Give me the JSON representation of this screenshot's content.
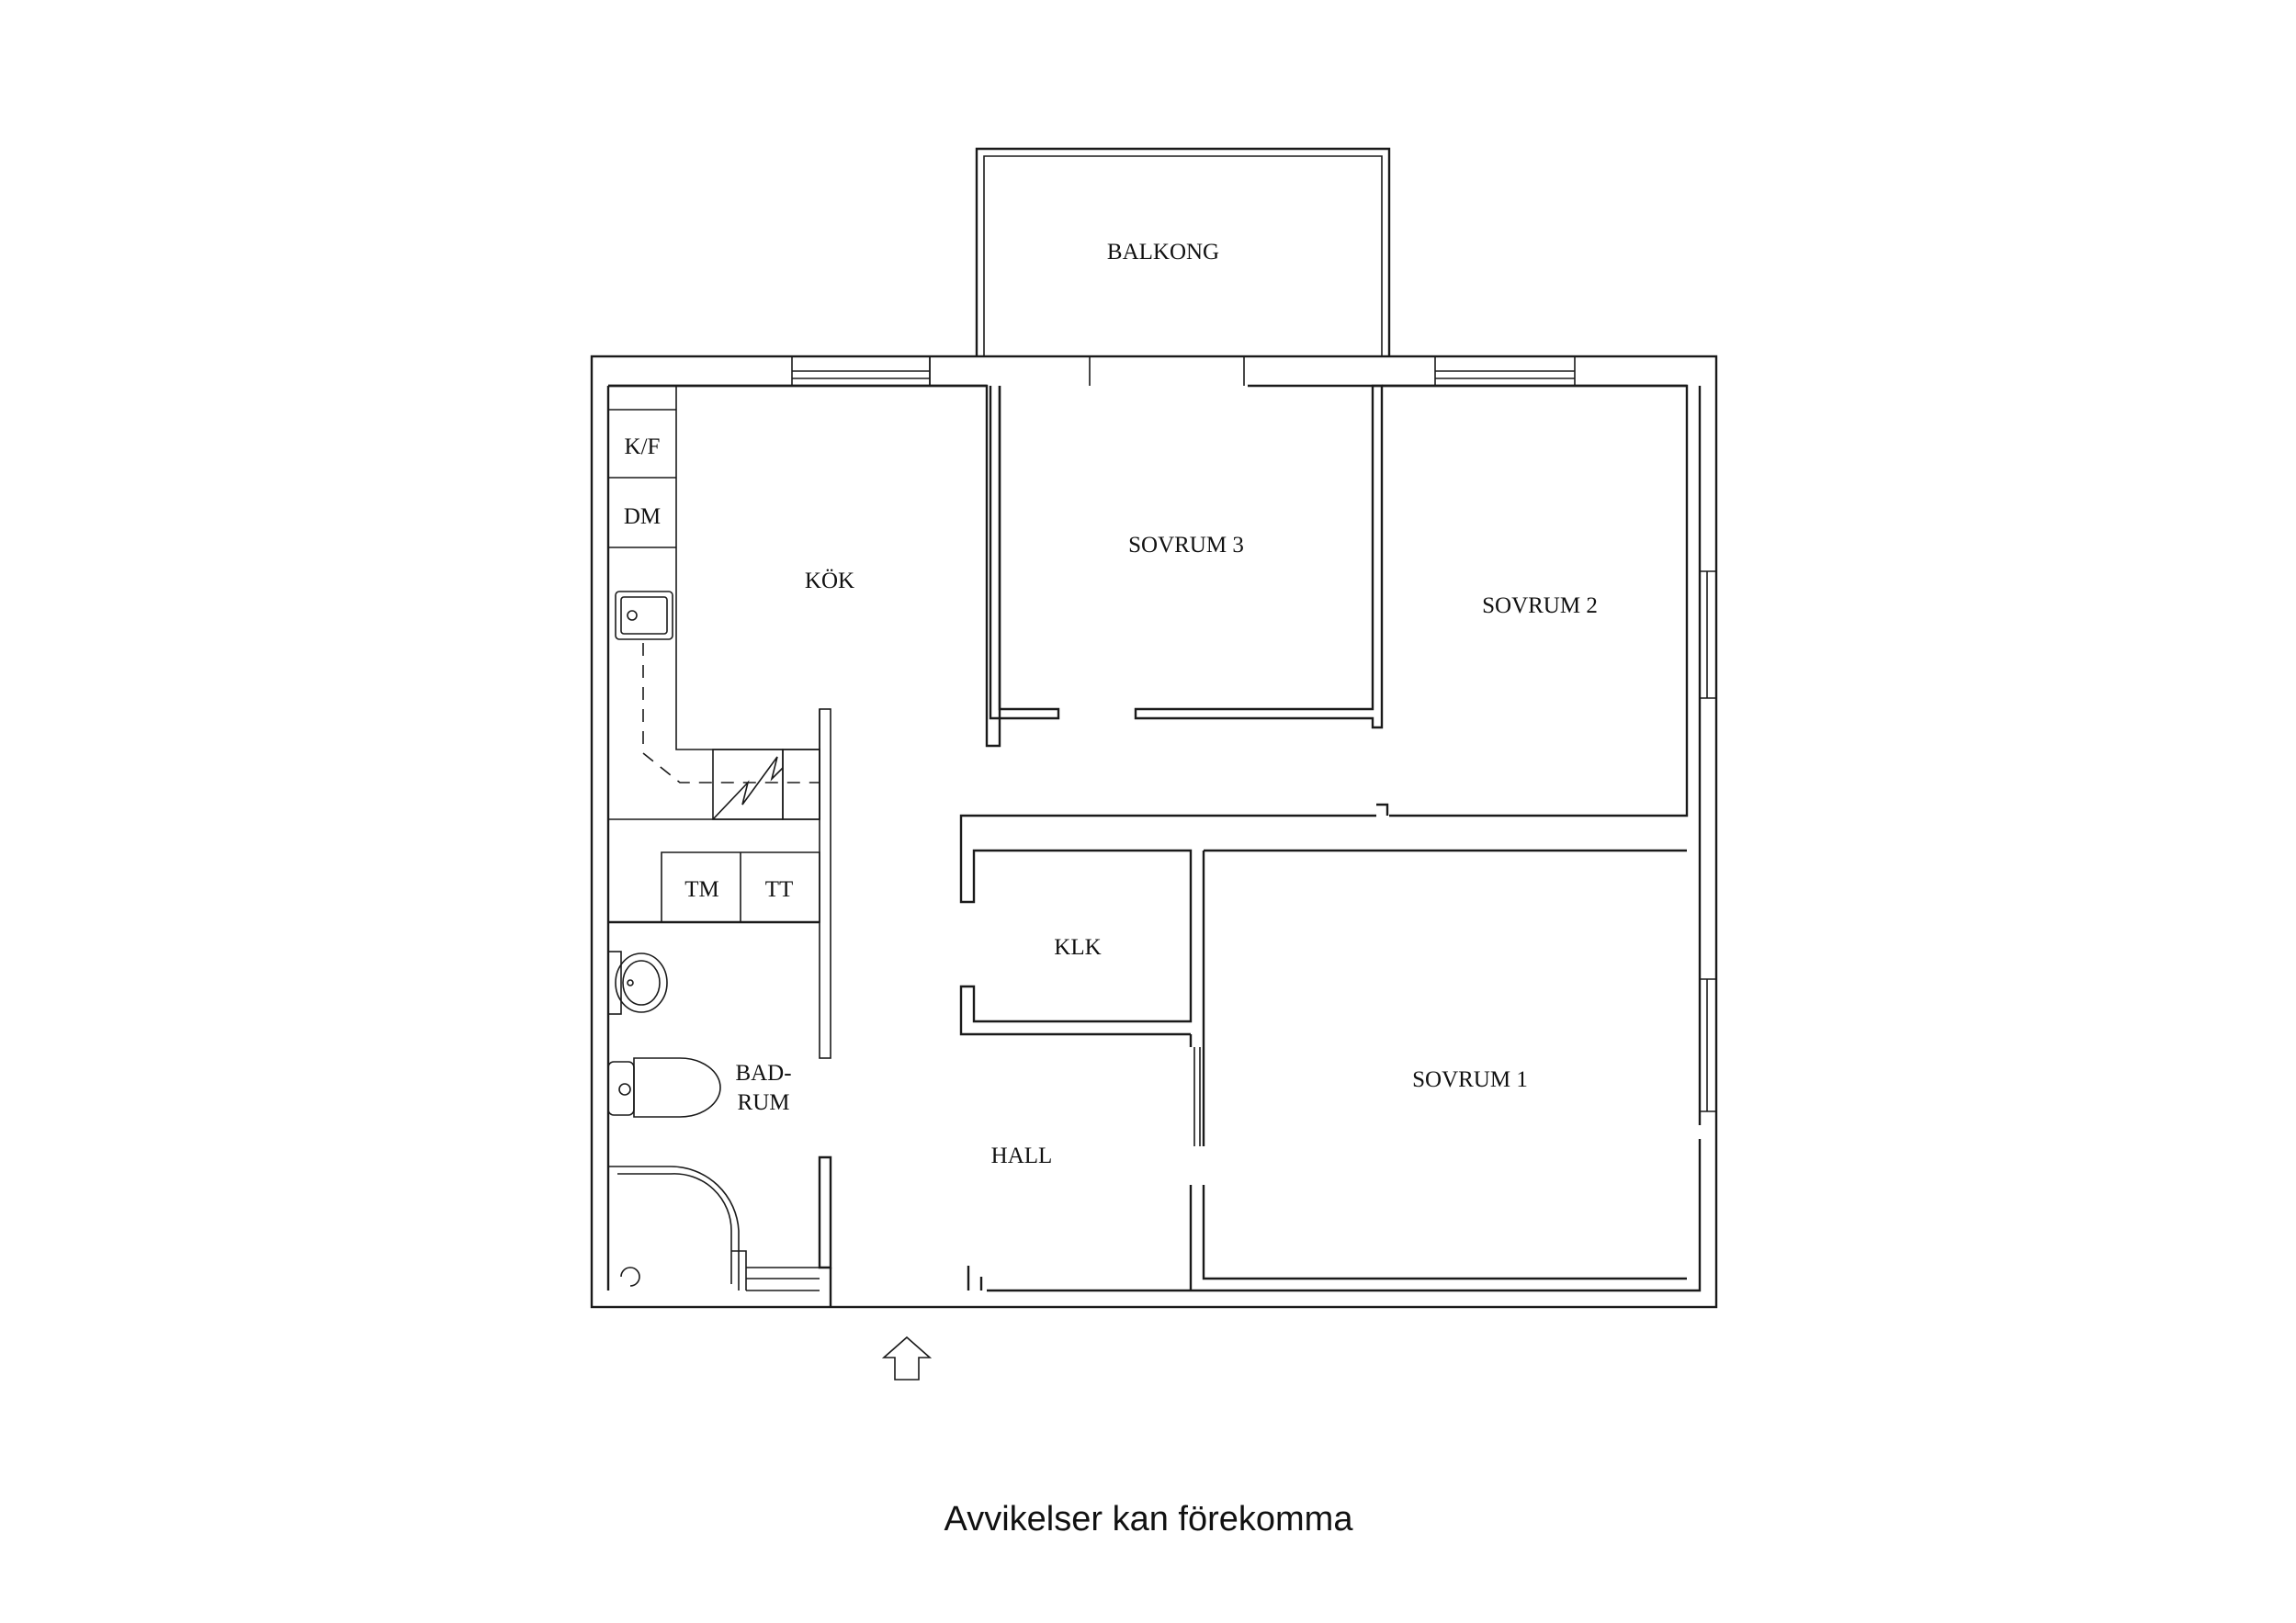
{
  "rooms": {
    "balkong": "BALKONG",
    "kok": "KÖK",
    "sovrum3": "SOVRUM 3",
    "sovrum2": "SOVRUM 2",
    "sovrum1": "SOVRUM 1",
    "klk": "KLK",
    "hall": "HALL",
    "badrum_line1": "BAD-",
    "badrum_line2": "RUM"
  },
  "appliances": {
    "kf": "K/F",
    "dm": "DM",
    "tm": "TM",
    "tt": "TT"
  },
  "caption": "Avvikelser kan förekomma"
}
